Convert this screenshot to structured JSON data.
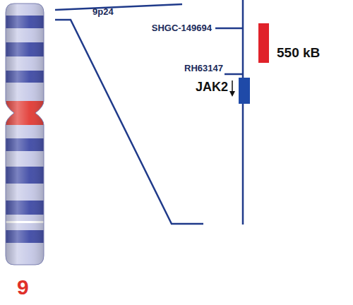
{
  "diagram": {
    "labels": [
      "9p24",
      "SHGC-149694",
      "550 kB",
      "RH63147",
      "JAK2",
      "9"
    ]
  }
}
